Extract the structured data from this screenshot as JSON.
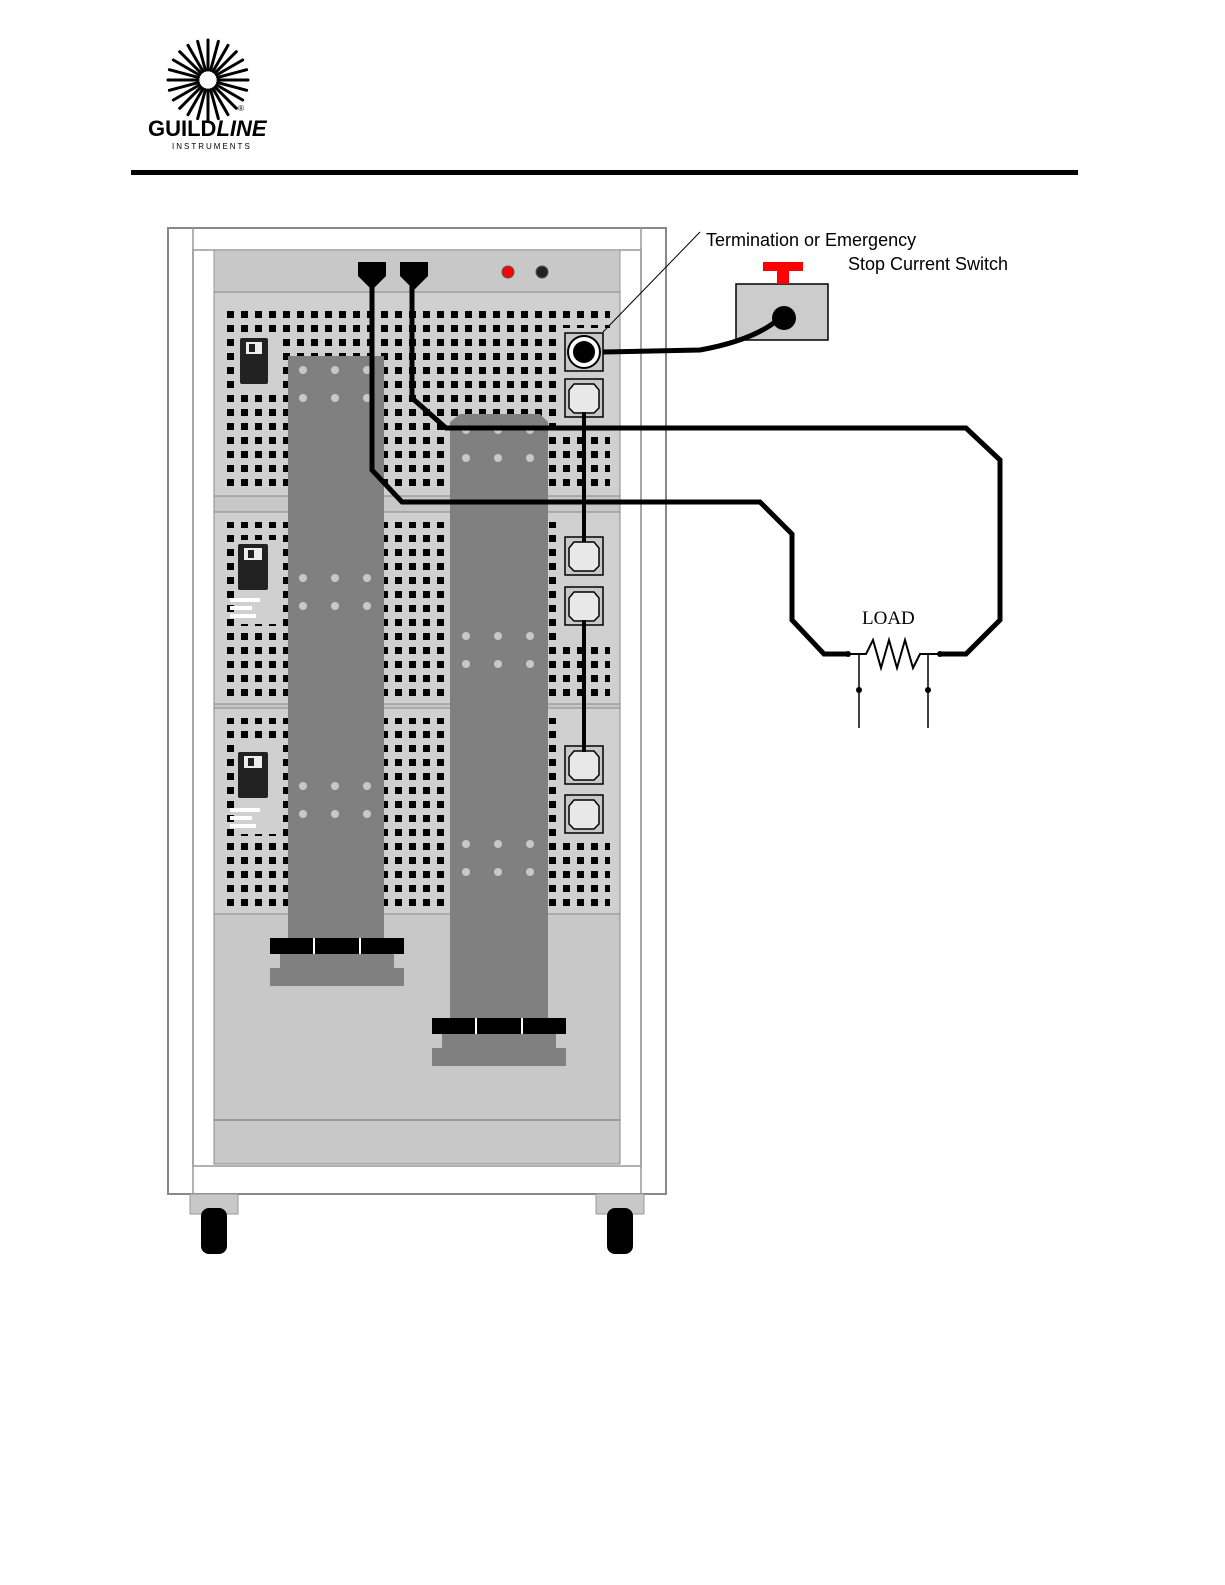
{
  "header": {
    "brand_main": "GUILD",
    "brand_italic": "LINE",
    "brand_sub": "INSTRUMENTS",
    "registered_mark": "®"
  },
  "diagram": {
    "callout_line1": "Termination or Emergency",
    "callout_line2": "Stop Current Switch",
    "load_label": "LOAD"
  },
  "colors": {
    "rack_frame": "#ffffff",
    "panel_grey": "#cccccc",
    "bar_grey": "#808080",
    "stop_button_red": "#ff0000",
    "cable": "#000000"
  }
}
